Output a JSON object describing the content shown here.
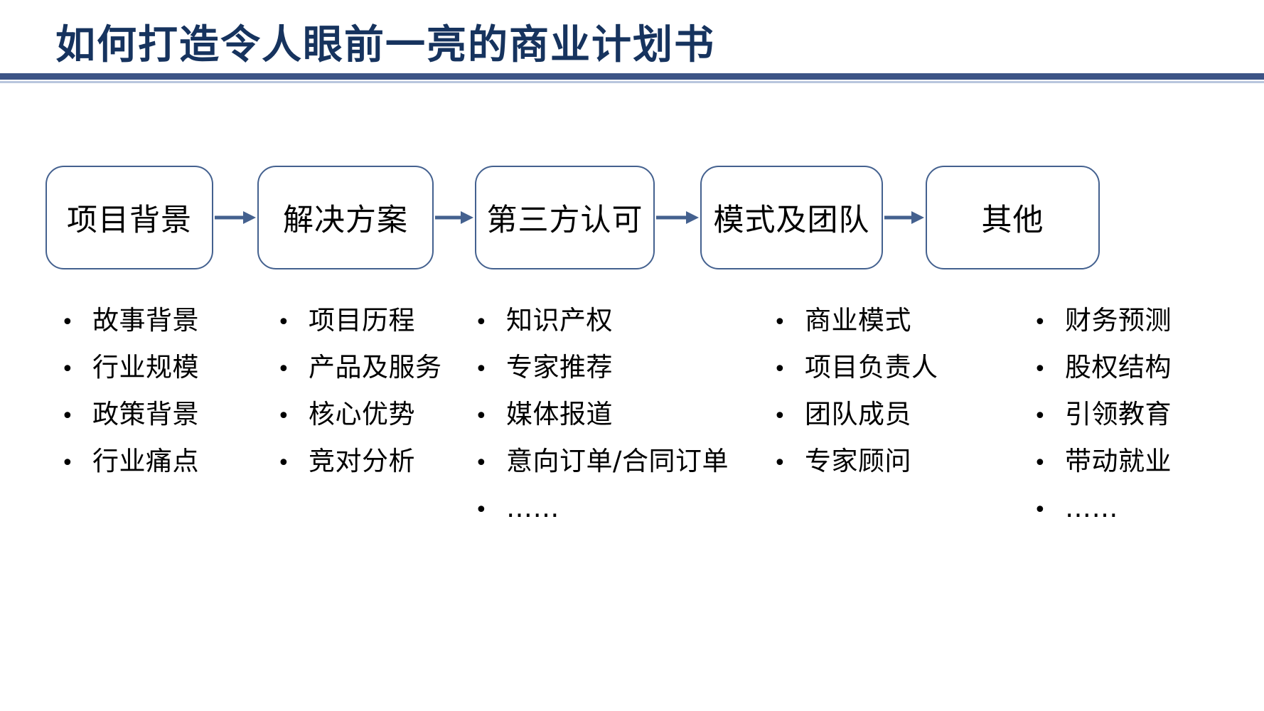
{
  "header": {
    "title": "如何打造令人眼前一亮的商业计划书",
    "title_color": "#16335e",
    "rule_color": "#3c5486",
    "rule_light_color": "#b9c6dd"
  },
  "flow": {
    "arrow_color": "#44618f",
    "box_border_color": "#44618f",
    "steps": [
      {
        "label": "项目背景"
      },
      {
        "label": "解决方案"
      },
      {
        "label": "第三方认可"
      },
      {
        "label": "模式及团队"
      },
      {
        "label": "其他"
      }
    ],
    "arrows": [
      {
        "name": "arrow-1-to-2"
      },
      {
        "name": "arrow-2-to-3"
      },
      {
        "name": "arrow-3-to-4"
      },
      {
        "name": "arrow-4-to-5"
      }
    ]
  },
  "bullet_marker": "•",
  "columns": [
    {
      "name": "column-project-background",
      "items": [
        "故事背景",
        "行业规模",
        "政策背景",
        "行业痛点"
      ]
    },
    {
      "name": "column-solution",
      "items": [
        "项目历程",
        "产品及服务",
        "核心优势",
        "竞对分析"
      ]
    },
    {
      "name": "column-third-party-recognition",
      "items": [
        "知识产权",
        "专家推荐",
        "媒体报道",
        "意向订单/合同订单",
        "……"
      ]
    },
    {
      "name": "column-model-and-team",
      "items": [
        "商业模式",
        "项目负责人",
        "团队成员",
        "专家顾问"
      ]
    },
    {
      "name": "column-others",
      "items": [
        "财务预测",
        "股权结构",
        "引领教育",
        "带动就业",
        "……"
      ]
    }
  ]
}
